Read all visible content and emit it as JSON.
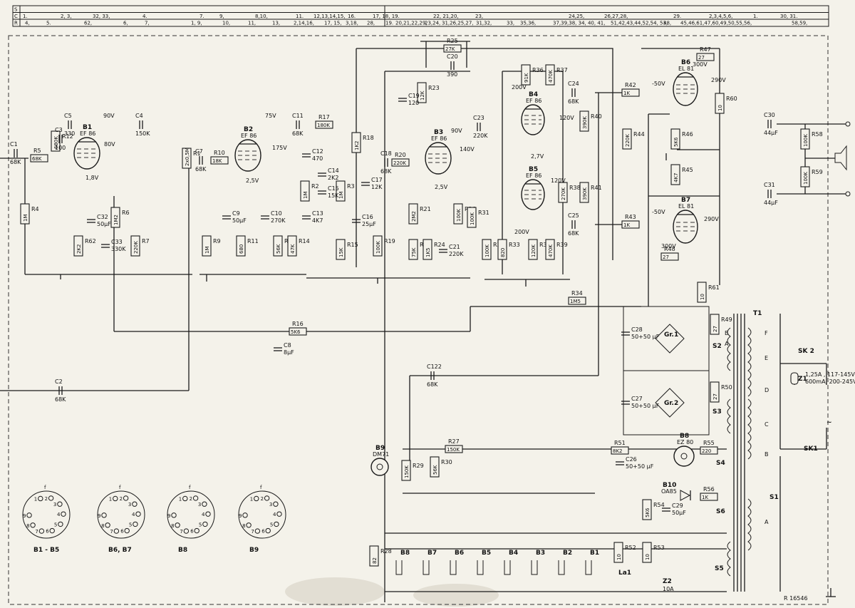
{
  "header": {
    "row_keys": [
      "S",
      "C",
      "R"
    ],
    "c_row": [
      "1.",
      "2, 3,",
      "32, 33,",
      "4.",
      "7.",
      "9,",
      "8,10,",
      "11.",
      "12,13,14,15,",
      "16.",
      "17, 18, 19.",
      "22, 21,20,",
      "23,",
      "24,25,",
      "26,27,28,",
      "29.",
      "2,3,4,5,6,",
      "1.",
      "30, 31."
    ],
    "r_row": [
      "4,",
      "5.",
      "62,",
      "6,",
      "7,",
      "1, 9,",
      "10,",
      "11,",
      "13,",
      "2,14,16,",
      "17, 15,",
      "3,18,",
      "28,",
      "19.",
      "20,21,22,29,",
      "23,24,",
      "31,26,25,27,",
      "31,32,",
      "33,",
      "35,36,",
      "37,39,38, 34, 40, 41,",
      "51,42,43,44,52,54, 53,",
      "48,",
      "45,46,61,47,60,49,50,55,56,",
      "58,59,"
    ]
  },
  "tubes": [
    {
      "id": "B1",
      "type": "EF 86"
    },
    {
      "id": "B2",
      "type": "EF 86"
    },
    {
      "id": "B3",
      "type": "EF 86"
    },
    {
      "id": "B4",
      "type": "EF 86"
    },
    {
      "id": "B5",
      "type": "EF 86"
    },
    {
      "id": "B6",
      "type": "EL 81"
    },
    {
      "id": "B7",
      "type": "EL 81"
    },
    {
      "id": "B8",
      "type": "EZ 80"
    },
    {
      "id": "B9",
      "type": "DM71"
    },
    {
      "id": "B10",
      "type": "OA85"
    }
  ],
  "resistors": [
    {
      "id": "R12",
      "value": "680K"
    },
    {
      "id": "R5",
      "value": "68K"
    },
    {
      "id": "R4",
      "value": "1M"
    },
    {
      "id": "R62",
      "value": "2K2"
    },
    {
      "id": "R6",
      "value": "1M2"
    },
    {
      "id": "R7",
      "value": "220K"
    },
    {
      "id": "R1",
      "value": "2x0,5M"
    },
    {
      "id": "R10",
      "value": "18K"
    },
    {
      "id": "R9",
      "value": "1M"
    },
    {
      "id": "R11",
      "value": "680"
    },
    {
      "id": "R13",
      "value": "56K"
    },
    {
      "id": "R14",
      "value": "47K"
    },
    {
      "id": "R17",
      "value": "180K"
    },
    {
      "id": "R2",
      "value": "1M"
    },
    {
      "id": "R3",
      "value": "1M"
    },
    {
      "id": "R15",
      "value": "15K"
    },
    {
      "id": "R18",
      "value": "1K2"
    },
    {
      "id": "R19",
      "value": "100K"
    },
    {
      "id": "R16",
      "value": "5K6"
    },
    {
      "id": "R20",
      "value": "220K"
    },
    {
      "id": "R23",
      "value": "12K"
    },
    {
      "id": "R25",
      "value": "27K"
    },
    {
      "id": "R21",
      "value": "2M2"
    },
    {
      "id": "R22",
      "value": "75K"
    },
    {
      "id": "R24",
      "value": "1K5"
    },
    {
      "id": "R26",
      "value": "100K"
    },
    {
      "id": "R31",
      "value": "100K"
    },
    {
      "id": "R32",
      "value": "100K"
    },
    {
      "id": "R33",
      "value": "820"
    },
    {
      "id": "R36",
      "value": "91K"
    },
    {
      "id": "R37",
      "value": "470K"
    },
    {
      "id": "R40",
      "value": "390K"
    },
    {
      "id": "R38",
      "value": "270K"
    },
    {
      "id": "R41",
      "value": "390K"
    },
    {
      "id": "R35",
      "value": "120K"
    },
    {
      "id": "R39",
      "value": "470K"
    },
    {
      "id": "R42",
      "value": "1K"
    },
    {
      "id": "R43",
      "value": "1K"
    },
    {
      "id": "R44",
      "value": "220K"
    },
    {
      "id": "R46",
      "value": "5K6"
    },
    {
      "id": "R45",
      "value": "4K7"
    },
    {
      "id": "R47",
      "value": "27"
    },
    {
      "id": "R48",
      "value": "27"
    },
    {
      "id": "R60",
      "value": "10"
    },
    {
      "id": "R61",
      "value": "10"
    },
    {
      "id": "R58",
      "value": "100K"
    },
    {
      "id": "R59",
      "value": "100K"
    },
    {
      "id": "R34",
      "value": "1M5"
    },
    {
      "id": "R49",
      "value": "27"
    },
    {
      "id": "R50",
      "value": "27"
    },
    {
      "id": "R51",
      "value": "8K2"
    },
    {
      "id": "R55",
      "value": "220"
    },
    {
      "id": "R56",
      "value": "1K"
    },
    {
      "id": "R54",
      "value": "5K6"
    },
    {
      "id": "R27",
      "value": "150K"
    },
    {
      "id": "R29",
      "value": "150K"
    },
    {
      "id": "R30",
      "value": "56K"
    },
    {
      "id": "R28",
      "value": "82"
    },
    {
      "id": "R52",
      "value": "10"
    },
    {
      "id": "R53",
      "value": "10"
    }
  ],
  "capacitors": [
    {
      "id": "C1",
      "value": "68K"
    },
    {
      "id": "C5",
      "value": "330"
    },
    {
      "id": "C3",
      "value": "100"
    },
    {
      "id": "C4",
      "value": "150K"
    },
    {
      "id": "C32",
      "value": "50µF"
    },
    {
      "id": "C33",
      "value": "330K"
    },
    {
      "id": "C7",
      "value": "68K"
    },
    {
      "id": "C9",
      "value": "50µF"
    },
    {
      "id": "C10",
      "value": "270K"
    },
    {
      "id": "C11",
      "value": "68K"
    },
    {
      "id": "C12",
      "value": "470"
    },
    {
      "id": "C13",
      "value": "4K7"
    },
    {
      "id": "C14",
      "value": "2K2"
    },
    {
      "id": "C15",
      "value": "15K"
    },
    {
      "id": "C16",
      "value": "25µF"
    },
    {
      "id": "C17",
      "value": "12K"
    },
    {
      "id": "C18",
      "value": "68K"
    },
    {
      "id": "C19",
      "value": "120"
    },
    {
      "id": "C20",
      "value": "390"
    },
    {
      "id": "C21",
      "value": "220K"
    },
    {
      "id": "C23",
      "value": "220K"
    },
    {
      "id": "C24",
      "value": "68K"
    },
    {
      "id": "C25",
      "value": "68K"
    },
    {
      "id": "C30",
      "value": "44µF"
    },
    {
      "id": "C31",
      "value": "44µF"
    },
    {
      "id": "C8",
      "value": "8µF"
    },
    {
      "id": "C2",
      "value": "68K"
    },
    {
      "id": "C122",
      "value": "68K"
    },
    {
      "id": "C28",
      "value": "50+50 µF"
    },
    {
      "id": "C27",
      "value": "50+50 µF"
    },
    {
      "id": "C26",
      "value": "50+50 µF"
    },
    {
      "id": "C29",
      "value": "50µF"
    }
  ],
  "voltages": {
    "b1_plate": "90V",
    "b1_screen": "80V",
    "b1_cathode": "1,8V",
    "b2_plate": "75V",
    "b2_screen": "175V",
    "b2_cathode": "2,5V",
    "b3_plate": "90V",
    "b3_screen": "140V",
    "b3_cathode": "2,5V",
    "b4_plate": "200V",
    "b4_screen": "120V",
    "b45_cathode": "2,7V",
    "b5_plate": "200V",
    "b5_screen": "120V",
    "b6_grid": "-50V",
    "b6_plate": "300V",
    "b6_screen": "290V",
    "b7_grid": "-50V",
    "b7_plate": "300V",
    "b7_screen": "290V"
  },
  "misc": {
    "rectifier1": "Gr.1",
    "rectifier2": "Gr.2",
    "transformer": "T1",
    "sw_s1": "S1",
    "sw_s2": "S2",
    "sw_s3": "S3",
    "sw_s4": "S4",
    "sw_s5": "S5",
    "sw_s6": "S6",
    "sk1": "SK1",
    "sk2": "SK 2",
    "fuse_z1": "Z1",
    "fuse_z1_spec": "1,25A , 117-145V / 600mA, 200-245V",
    "fuse_z2": "Z2",
    "fuse_z2_spec": "10A",
    "lamp": "La1",
    "tap_labels": [
      "F",
      "E",
      "D",
      "C",
      "B",
      "A",
      "B",
      "A"
    ],
    "doc_no": "R 16546",
    "socket_captions": [
      "B1 - B5",
      "B6, B7",
      "B8",
      "B9"
    ],
    "lamp_row": [
      "B8",
      "B7",
      "B6",
      "B5",
      "B4",
      "B3",
      "B2",
      "B1"
    ],
    "ac_symbol": "~",
    "pin_nums": [
      "1",
      "2",
      "3",
      "4",
      "5",
      "6",
      "7",
      "8",
      "9",
      "f"
    ]
  }
}
